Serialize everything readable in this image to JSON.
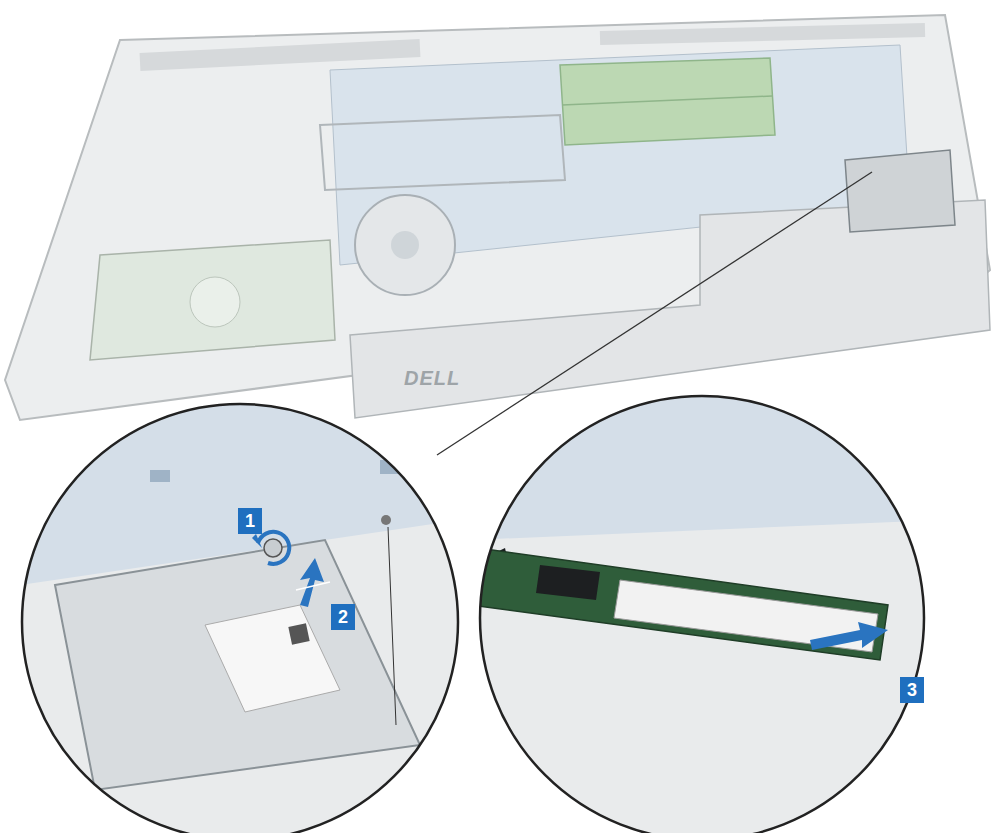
{
  "diagram": {
    "labels": [
      "DELL",
      "1",
      "2",
      "3"
    ]
  }
}
